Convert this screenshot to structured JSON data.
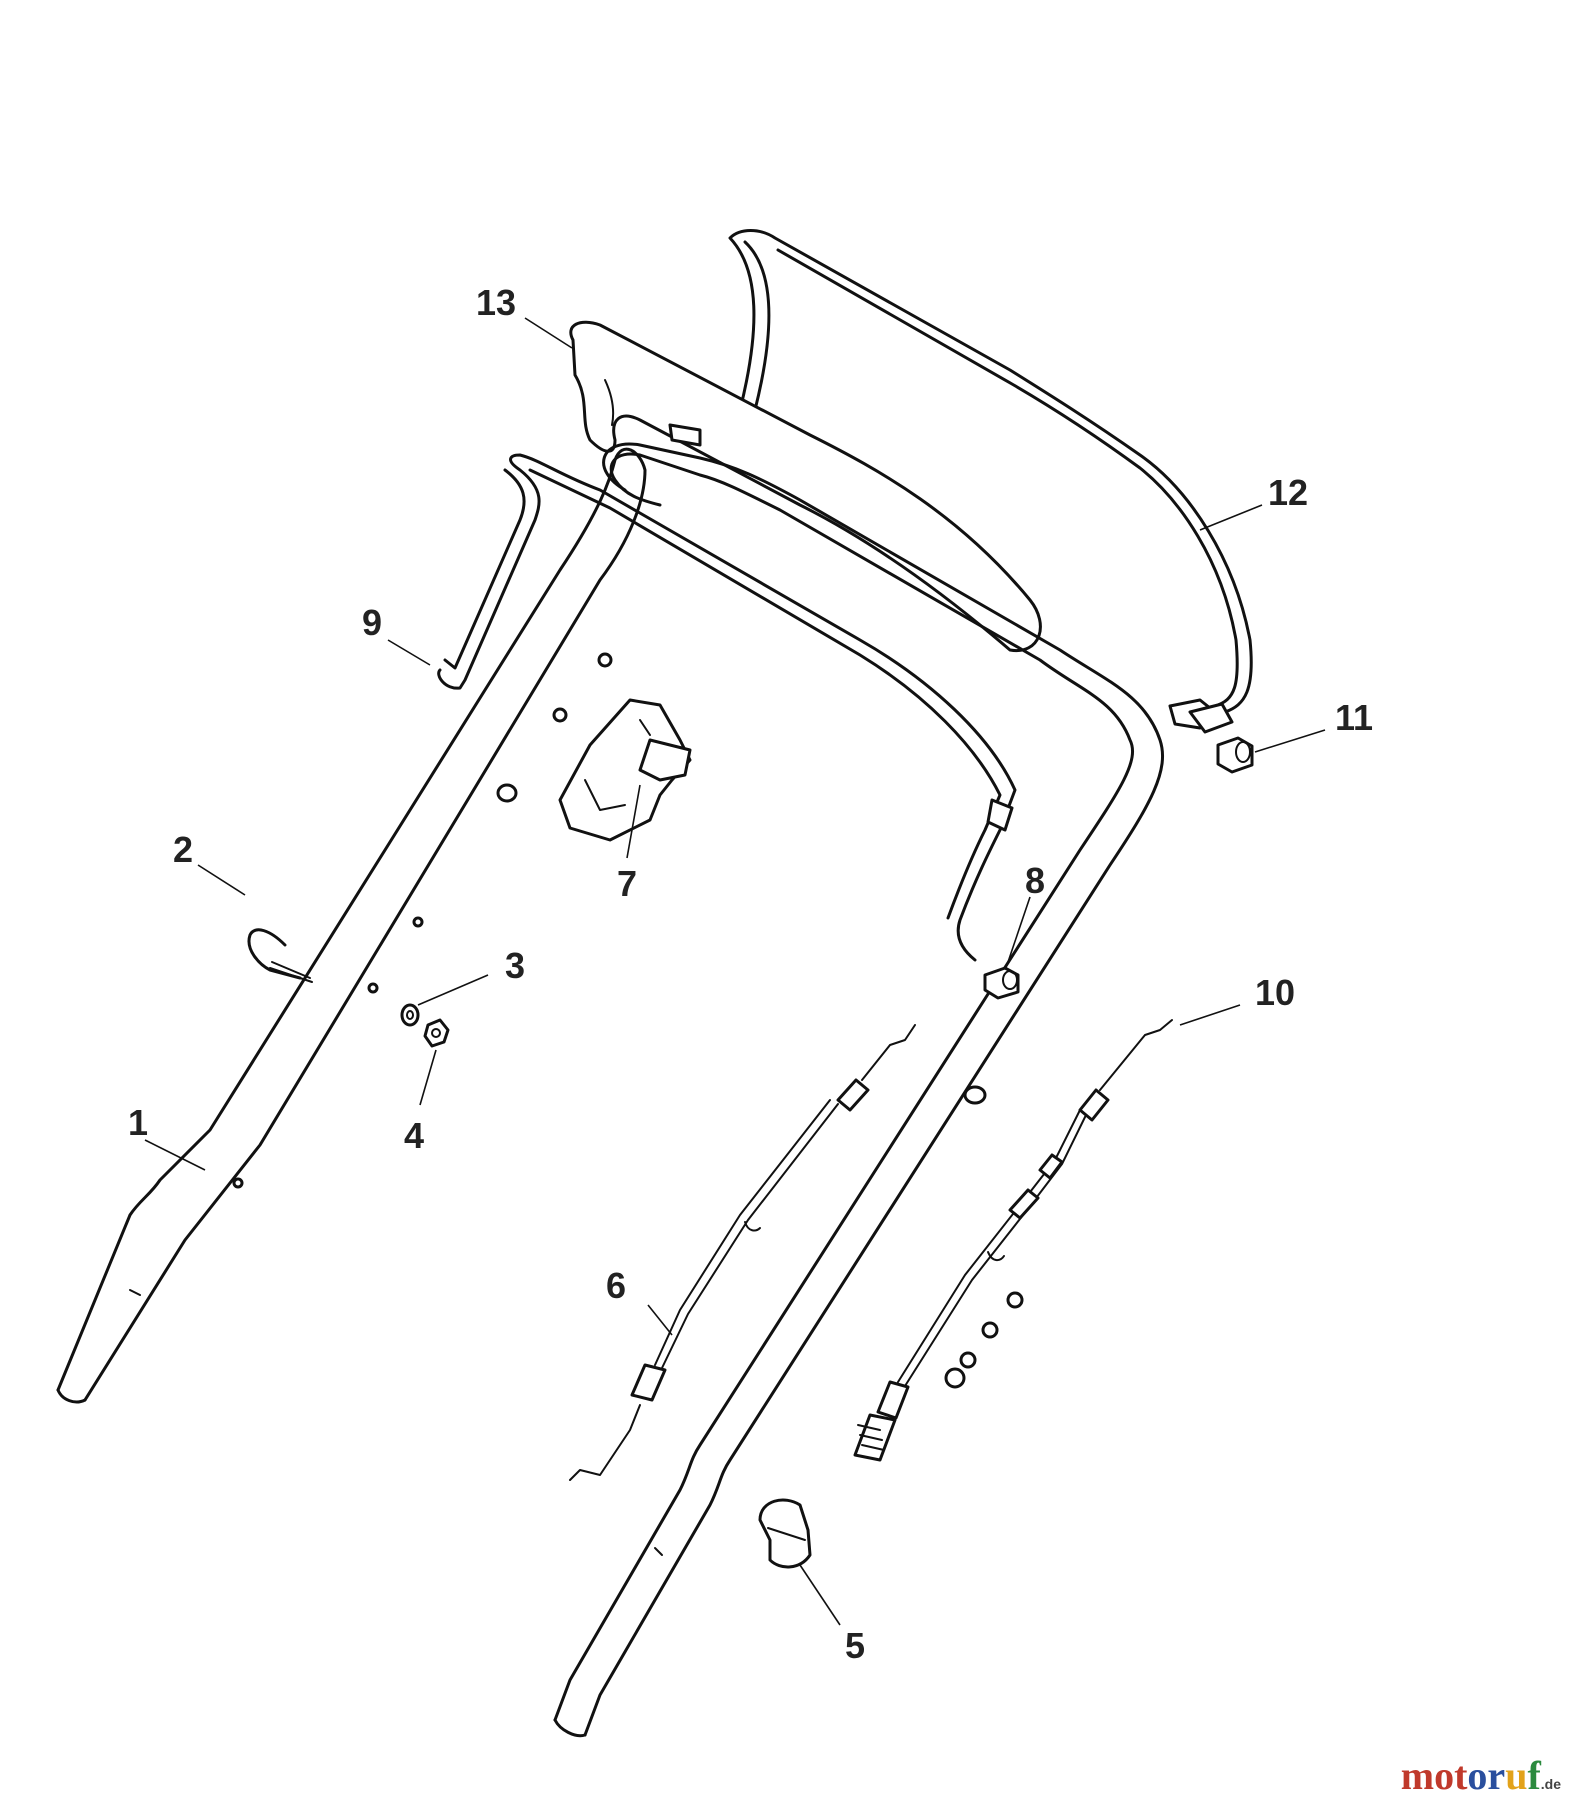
{
  "diagram": {
    "colors": {
      "line": "#111111",
      "background": "#ffffff",
      "callout": "#222222"
    },
    "callouts": [
      {
        "id": "1",
        "label": "1",
        "part": "lower-handle-bar"
      },
      {
        "id": "2",
        "label": "2",
        "part": "cable-hook"
      },
      {
        "id": "3",
        "label": "3",
        "part": "washer"
      },
      {
        "id": "4",
        "label": "4",
        "part": "nut"
      },
      {
        "id": "5",
        "label": "5",
        "part": "cable-clip"
      },
      {
        "id": "6",
        "label": "6",
        "part": "drive-cable"
      },
      {
        "id": "7",
        "label": "7",
        "part": "control-box"
      },
      {
        "id": "8",
        "label": "8",
        "part": "bushing"
      },
      {
        "id": "9",
        "label": "9",
        "part": "control-bail"
      },
      {
        "id": "10",
        "label": "10",
        "part": "brake-cable"
      },
      {
        "id": "11",
        "label": "11",
        "part": "bushing-right"
      },
      {
        "id": "12",
        "label": "12",
        "part": "blade-brake-bail"
      },
      {
        "id": "13",
        "label": "13",
        "part": "handle-grip"
      }
    ]
  },
  "watermark": {
    "parts": [
      "mot",
      "or",
      "u",
      "f"
    ],
    "suffix": ".de"
  }
}
